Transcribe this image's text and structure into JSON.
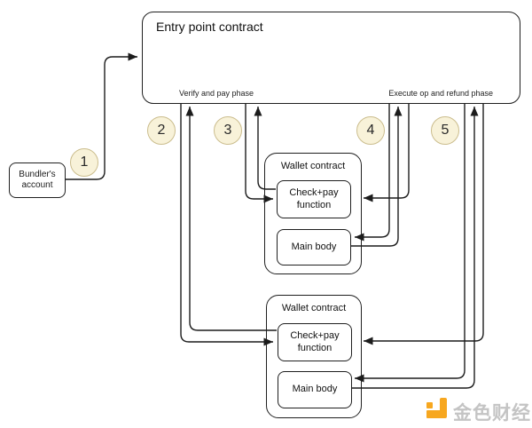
{
  "diagram": {
    "entry_point": {
      "title": "Entry point contract",
      "verify_phase_label": "Verify and pay phase",
      "execute_phase_label": "Execute op and refund phase"
    },
    "bundler": {
      "label": "Bundler's account"
    },
    "steps": [
      {
        "label": "1"
      },
      {
        "label": "2"
      },
      {
        "label": "3"
      },
      {
        "label": "4"
      },
      {
        "label": "5"
      }
    ],
    "wallets": [
      {
        "title": "Wallet contract",
        "checkpay_label": "Check+pay function",
        "mainbody_label": "Main body"
      },
      {
        "title": "Wallet contract",
        "checkpay_label": "Check+pay function",
        "mainbody_label": "Main body"
      }
    ],
    "watermark": {
      "text": "金色财经",
      "logo_color": "#f7a71f",
      "text_color": "#c4c4c4"
    },
    "colors": {
      "line": "#1c1c1c",
      "box_border": "#1f1f1f",
      "circle_fill": "#f8f2d9",
      "circle_border": "#cbbd8d",
      "background": "#ffffff"
    }
  }
}
